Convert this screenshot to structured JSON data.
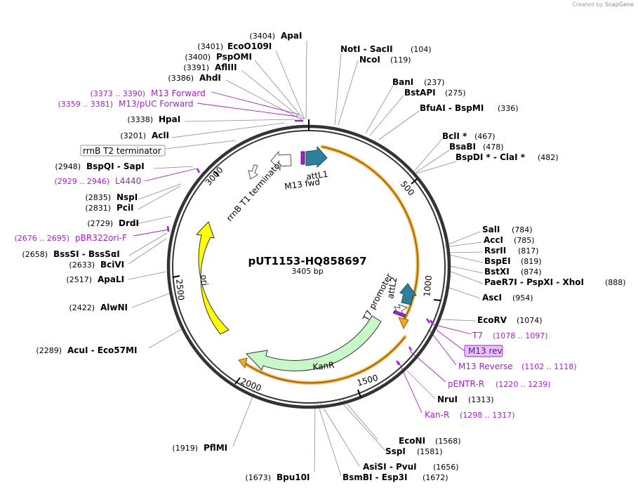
{
  "credit": {
    "prefix": "Created by",
    "brand": "SnapGene"
  },
  "plasmid": {
    "name": "pUT1153-HQ858697",
    "size_label": "3405 bp"
  },
  "tick_labels": [
    {
      "text": "500"
    },
    {
      "text": "1000"
    },
    {
      "text": "1500"
    },
    {
      "text": "2000"
    },
    {
      "text": "2500"
    },
    {
      "text": "3000"
    }
  ],
  "enzyme_sites": [
    {
      "pos": "(3404)",
      "name": "ApaI"
    },
    {
      "pos": "(3401)",
      "name": "EcoO109I"
    },
    {
      "pos": "(3400)",
      "name": "PspOMI"
    },
    {
      "pos": "(3391)",
      "name": "AflIII"
    },
    {
      "pos": "(3386)",
      "name": "AhdI"
    },
    {
      "pos": "(3338)",
      "name": "HpaI"
    },
    {
      "pos": "(3201)",
      "name": "AclI"
    },
    {
      "pos": "(2948)",
      "name": "BspQI  -  SapI"
    },
    {
      "pos": "(2835)",
      "name": "NspI"
    },
    {
      "pos": "(2831)",
      "name": "PciI"
    },
    {
      "pos": "(2729)",
      "name": "DrdI"
    },
    {
      "pos": "(2658)",
      "name": "BssSI  -  BssSαI"
    },
    {
      "pos": "(2633)",
      "name": "BciVI"
    },
    {
      "pos": "(2517)",
      "name": "ApaLI"
    },
    {
      "pos": "(2422)",
      "name": "AlwNI"
    },
    {
      "pos": "(2289)",
      "name": "AcuI  -  Eco57MI"
    },
    {
      "pos": "(1919)",
      "name": "PflMI"
    },
    {
      "pos": "(1673)",
      "name": "Bpu10I"
    },
    {
      "pos": "(104)",
      "name": "NotI  -  SacII"
    },
    {
      "pos": "(119)",
      "name": "NcoI"
    },
    {
      "pos": "(237)",
      "name": "BanI"
    },
    {
      "pos": "(275)",
      "name": "BstAPI"
    },
    {
      "pos": "(336)",
      "name": "BfuAI  -  BspMI"
    },
    {
      "pos": "(467)",
      "name": "BclI *"
    },
    {
      "pos": "(478)",
      "name": "BsaBI"
    },
    {
      "pos": "(482)",
      "name": "BspDI *  -  ClaI *"
    },
    {
      "pos": "(784)",
      "name": "SalI"
    },
    {
      "pos": "(785)",
      "name": "AccI"
    },
    {
      "pos": "(817)",
      "name": "RsrII"
    },
    {
      "pos": "(819)",
      "name": "BspEI"
    },
    {
      "pos": "(874)",
      "name": "BstXI"
    },
    {
      "pos": "(888)",
      "name": "PaeR7I  -  PspXI  -  XhoI"
    },
    {
      "pos": "(954)",
      "name": "AscI"
    },
    {
      "pos": "(1074)",
      "name": "EcoRV"
    },
    {
      "pos": "(1313)",
      "name": "NruI"
    },
    {
      "pos": "(1568)",
      "name": "EcoNI"
    },
    {
      "pos": "(1581)",
      "name": "SspI"
    },
    {
      "pos": "(1656)",
      "name": "AsiSI  -  PvuI"
    },
    {
      "pos": "(1672)",
      "name": "BsmBI  -  Esp3I"
    }
  ],
  "primers": [
    {
      "range": "(3373 .. 3390)",
      "name": "M13 Forward"
    },
    {
      "range": "(3359 .. 3381)",
      "name": "M13/pUC Forward"
    },
    {
      "range": "(2929 .. 2946)",
      "name": "L4440"
    },
    {
      "range": "(2676 .. 2695)",
      "name": "pBR322ori-F"
    },
    {
      "range": "(1078 .. 1097)",
      "name": "T7"
    },
    {
      "range": "(1102 .. 1118)",
      "name": "M13 Reverse"
    },
    {
      "range": "(1220 .. 1239)",
      "name": "pENTR-R"
    },
    {
      "range": "(1298 .. 1317)",
      "name": "Kan-R"
    }
  ],
  "boxed_labels": {
    "rrnb_t2": "rrnB T2 terminator",
    "m13_rev": "M13 rev"
  },
  "features": {
    "attL1": "attL1",
    "m13_fwd": "M13 fwd",
    "rrnb_t1": "rrnB T1 terminator",
    "t7_promoter": "T7 promoter",
    "attL2": "attL2",
    "ori": "ori",
    "kanr": "KanR"
  },
  "colors": {
    "ori": "#ffff00",
    "kanr": "#c8f7c8",
    "att": "#2f7f9a",
    "primer": "#a51fd0",
    "orf_highlight": "#f5a623",
    "promoter": "#ffffff"
  }
}
